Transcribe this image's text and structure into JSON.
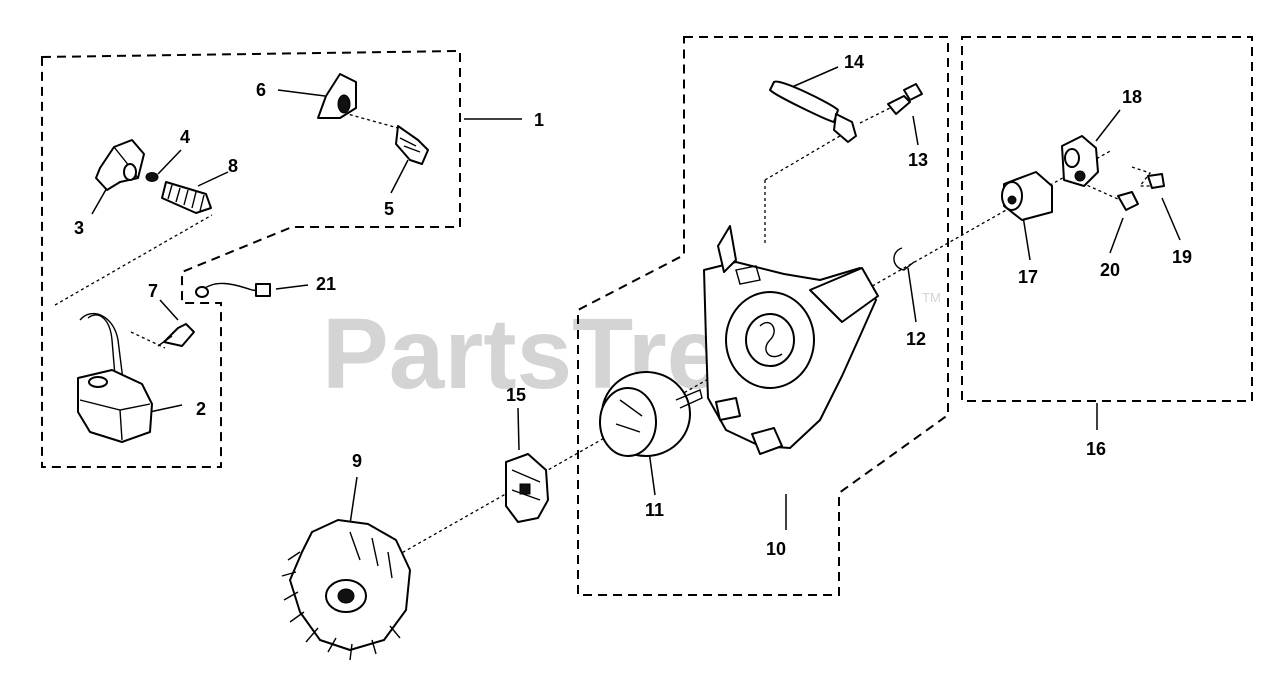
{
  "watermark": {
    "text": "PartsTree",
    "trademark": "TM"
  },
  "callouts": {
    "c1": "1",
    "c2": "2",
    "c3": "3",
    "c4": "4",
    "c5": "5",
    "c6": "6",
    "c7": "7",
    "c8": "8",
    "c9": "9",
    "c10": "10",
    "c11": "11",
    "c12": "12",
    "c13": "13",
    "c14": "14",
    "c15": "15",
    "c16": "16",
    "c17": "17",
    "c18": "18",
    "c19": "19",
    "c20": "20",
    "c21": "21"
  }
}
